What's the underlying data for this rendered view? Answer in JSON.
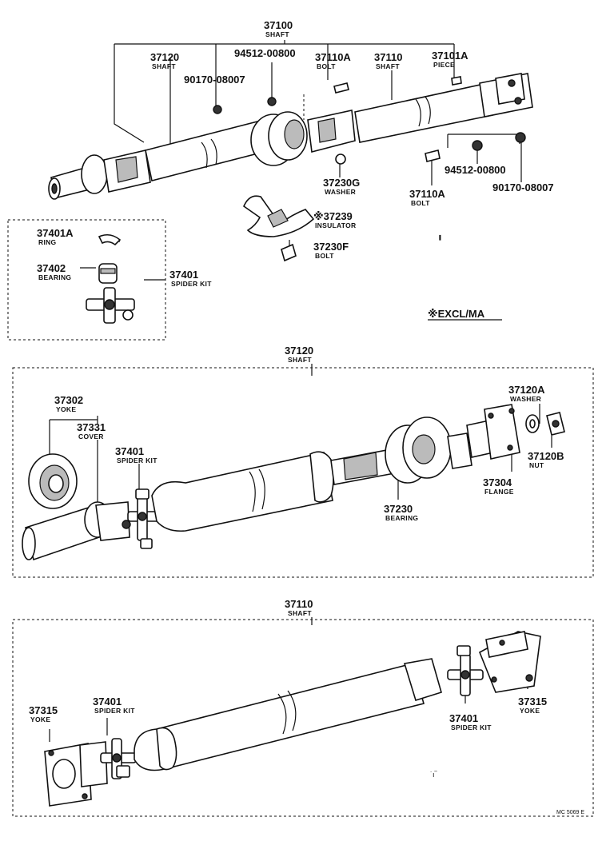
{
  "top": {
    "labels": [
      {
        "id": "37100",
        "num": "37100",
        "sub": "SHAFT"
      },
      {
        "id": "37120",
        "num": "37120",
        "sub": "SHAFT"
      },
      {
        "id": "90170a",
        "num": "90170-08007",
        "sub": ""
      },
      {
        "id": "94512a",
        "num": "94512-00800",
        "sub": ""
      },
      {
        "id": "37110A",
        "num": "37110A",
        "sub": "BOLT"
      },
      {
        "id": "37110",
        "num": "37110",
        "sub": "SHAFT"
      },
      {
        "id": "37101A",
        "num": "37101A",
        "sub": "PIECE"
      },
      {
        "id": "37230G",
        "num": "37230G",
        "sub": "WASHER"
      },
      {
        "id": "94512b",
        "num": "94512-00800",
        "sub": ""
      },
      {
        "id": "37110Ab",
        "num": "37110A",
        "sub": "BOLT"
      },
      {
        "id": "90170b",
        "num": "90170-08007",
        "sub": ""
      },
      {
        "id": "37239",
        "num": "※37239",
        "sub": "INSULATOR"
      },
      {
        "id": "37230F",
        "num": "37230F",
        "sub": "BOLT"
      }
    ],
    "kit": [
      {
        "id": "37401A",
        "num": "37401A",
        "sub": "RING"
      },
      {
        "id": "37402",
        "num": "37402",
        "sub": "BEARING"
      },
      {
        "id": "37401",
        "num": "37401",
        "sub": "SPIDER KIT"
      }
    ],
    "note": "※EXCL/MA"
  },
  "mid": {
    "title_num": "37120",
    "title_sub": "SHAFT",
    "labels": [
      {
        "id": "37302",
        "num": "37302",
        "sub": "YOKE"
      },
      {
        "id": "37331",
        "num": "37331",
        "sub": "COVER"
      },
      {
        "id": "37401",
        "num": "37401",
        "sub": "SPIDER KIT"
      },
      {
        "id": "37120A",
        "num": "37120A",
        "sub": "WASHER"
      },
      {
        "id": "37120B",
        "num": "37120B",
        "sub": "NUT"
      },
      {
        "id": "37304",
        "num": "37304",
        "sub": "FLANGE"
      },
      {
        "id": "37230",
        "num": "37230",
        "sub": "BEARING"
      }
    ]
  },
  "bot": {
    "title_num": "37110",
    "title_sub": "SHAFT",
    "labels": [
      {
        "id": "37315a",
        "num": "37315",
        "sub": "YOKE"
      },
      {
        "id": "37401a",
        "num": "37401",
        "sub": "SPIDER KIT"
      },
      {
        "id": "37401b",
        "num": "37401",
        "sub": "SPIDER KIT"
      },
      {
        "id": "37315b",
        "num": "37315",
        "sub": "YOKE"
      }
    ]
  },
  "code": "MC 5069 E"
}
